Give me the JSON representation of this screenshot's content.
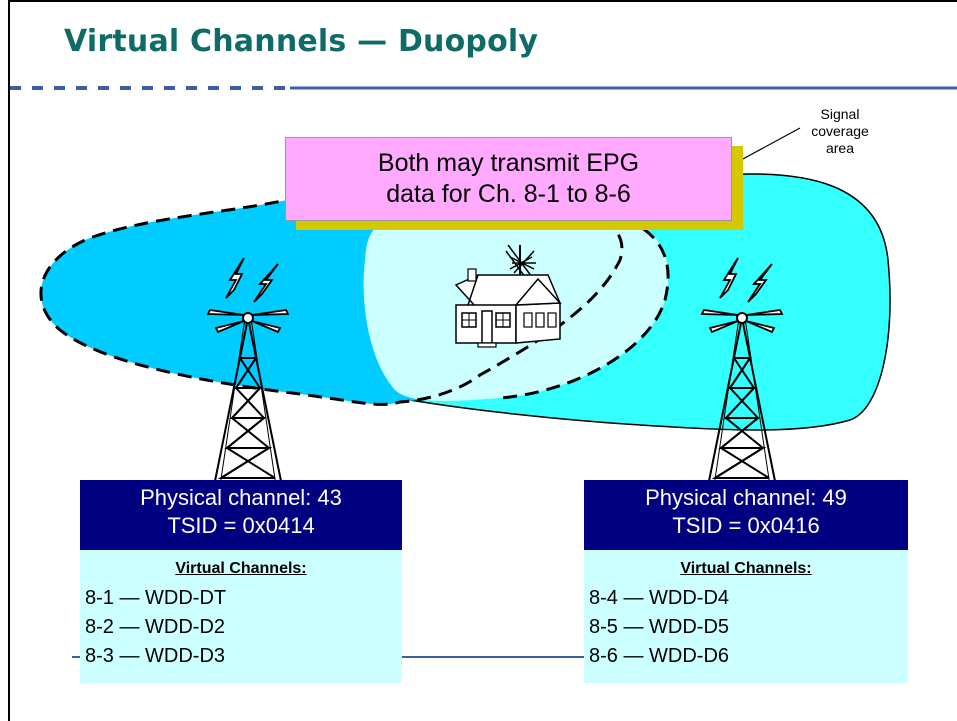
{
  "slide": {
    "title": "Virtual Channels — Duopoly",
    "coverage_label_line1": "Signal",
    "coverage_label_line2": "coverage",
    "coverage_label_line3": "area",
    "epg_line1": "Both may transmit EPG",
    "epg_line2": "data for Ch. 8-1 to 8-6"
  },
  "stations": [
    {
      "physical": "Physical channel: 43",
      "tsid": "TSID = 0x0414",
      "virtual_header": "Virtual Channels:",
      "channels": [
        "8-1 — WDD-DT",
        "8-2 — WDD-D2",
        "8-3 — WDD-D3"
      ]
    },
    {
      "physical": "Physical channel: 49",
      "tsid": "TSID = 0x0416",
      "virtual_header": "Virtual Channels:",
      "channels": [
        "8-4 — WDD-D4",
        "8-5 — WDD-D5",
        "8-6 — WDD-D6"
      ]
    }
  ],
  "colors": {
    "title": "#0e6b66",
    "left_coverage": "#00ccff",
    "right_coverage": "#33ffff",
    "overlap": "#ccffff",
    "header_bar": "#000080",
    "epg_box": "#ffaaff"
  }
}
